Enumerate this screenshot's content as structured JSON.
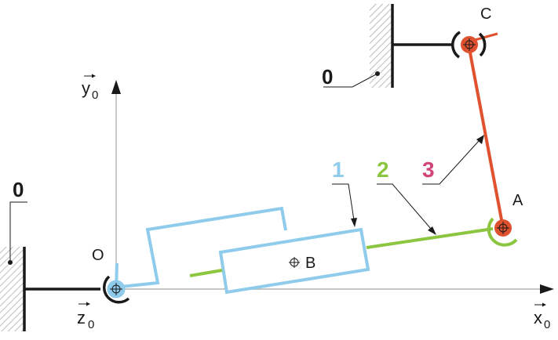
{
  "axes": {
    "x": {
      "base": "x",
      "subscript": "0"
    },
    "y": {
      "base": "y",
      "subscript": "0"
    },
    "z": {
      "base": "z",
      "subscript": "0"
    }
  },
  "points": {
    "O": "O",
    "A": "A",
    "B": "B",
    "C": "C"
  },
  "parts": {
    "frame_left": "0",
    "frame_top": "0",
    "part_1": "1",
    "part_2": "2",
    "part_3": "3"
  },
  "colors": {
    "part_1": "#8fcbeb",
    "part_2": "#8cc641",
    "part_3": "#e0522f",
    "label_1": "#8fcbeb",
    "label_2": "#8cc641",
    "label_3": "#d2457a",
    "frame": "#1a1a1a",
    "hatch": "#a0a0a0",
    "axis": "#b3b3b3"
  },
  "icons": [
    "pivot-joint-icon",
    "point-marker-icon",
    "arrow-head-icon",
    "ground-hatch-icon"
  ]
}
